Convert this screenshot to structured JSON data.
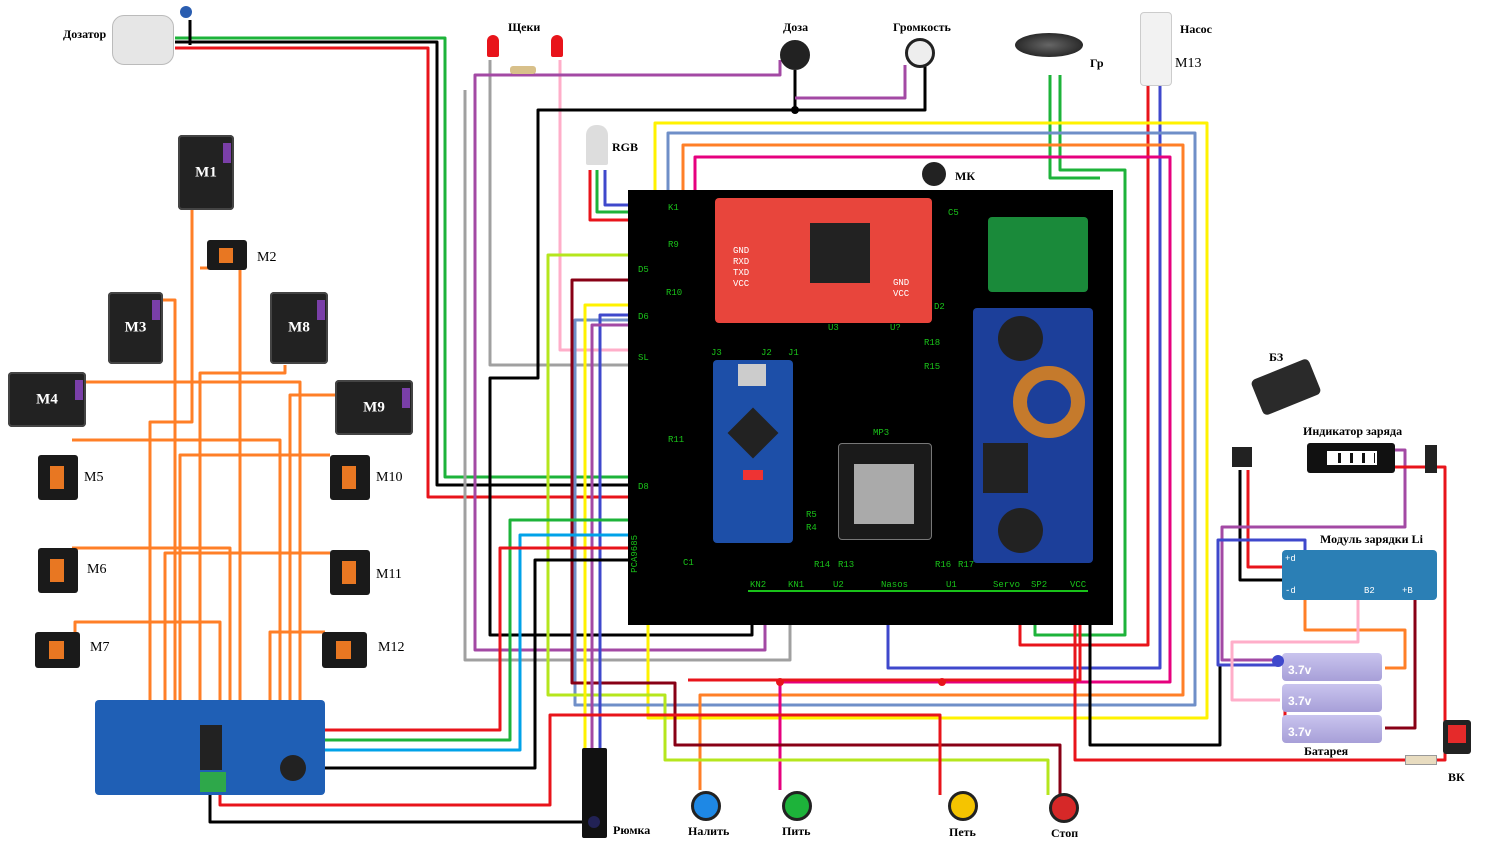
{
  "labels": {
    "dispenser": "Дозатор",
    "cheeks": "Щеки",
    "dose": "Доза",
    "volume": "Громкость",
    "speaker": "Гр",
    "pump": "Насос",
    "pump_motor": "M13",
    "rgb": "RGB",
    "mic": "МК",
    "power_supply": "БЗ",
    "charge_indicator": "Индикатор заряда",
    "charge_module": "Модуль зарядки Li",
    "battery": "Батарея",
    "switch": "ВК",
    "glass_sensor": "Рюмка",
    "pour": "Налить",
    "drink": "Пить",
    "sing": "Петь",
    "stop": "Стоп"
  },
  "servos": [
    "M1",
    "M2",
    "M3",
    "M4",
    "M5",
    "M6",
    "M7",
    "M8",
    "M9",
    "M10",
    "M11",
    "M12"
  ],
  "battery_cells": [
    "3.7v",
    "3.7v",
    "3.7v"
  ],
  "charge_module_pins": [
    "+d",
    "-d",
    "B2",
    "+B"
  ],
  "pcb": {
    "silkscreen": [
      "K1",
      "R9",
      "D5",
      "R10",
      "D6",
      "SL",
      "J3",
      "J2",
      "J1",
      "U3",
      "U?",
      "R18",
      "R15",
      "C5",
      "D2",
      "R11",
      "D8",
      "PCA9685",
      "C1",
      "R5",
      "R4",
      "R14",
      "R13",
      "R16",
      "R17",
      "KN2",
      "KN1",
      "U2",
      "Nasos",
      "U1",
      "Servo",
      "SP2",
      "VCC",
      "MP3"
    ],
    "mp3_module_pins": [
      "GND",
      "RXD",
      "TXD",
      "VCC",
      "GND",
      "VCC"
    ]
  },
  "colors": {
    "pcb": "#000000",
    "silkscreen": "#19c219",
    "trace": "#f5f0a8",
    "wire_red": "#e8141b",
    "wire_green": "#1db33a",
    "wire_orange": "#ff7f27",
    "wire_blue": "#3f48cc",
    "wire_purple": "#a349a4",
    "wire_pink": "#ffaec9",
    "wire_yellow": "#fff200"
  }
}
